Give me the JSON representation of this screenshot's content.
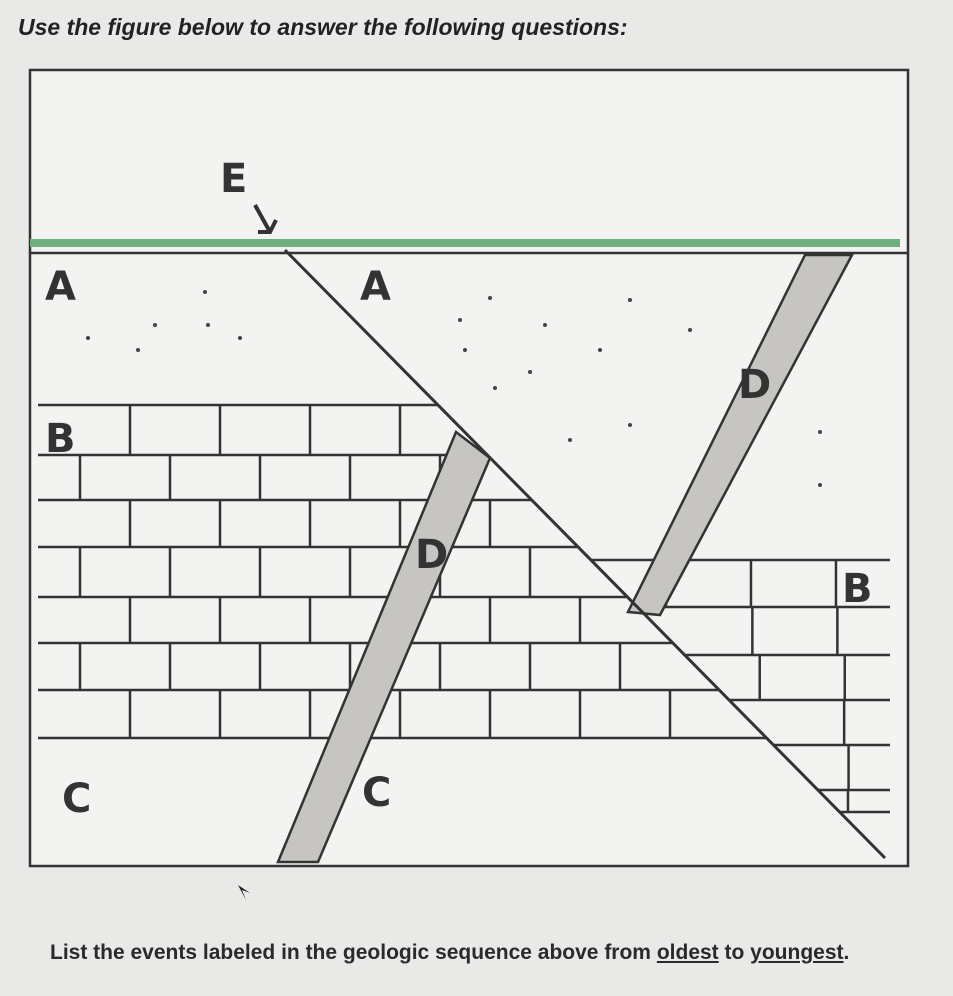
{
  "header": {
    "title": "Use the figure below to answer the following questions:"
  },
  "figure": {
    "labels": {
      "E": "E",
      "A1": "A",
      "A2": "A",
      "B1": "B",
      "B2": "B",
      "C1": "C",
      "C2": "C",
      "D1": "D",
      "D2": "D"
    },
    "colors": {
      "surface": "#6fae7e",
      "dike": "#c6c5c2",
      "background": "#f3f3f1",
      "lines": "#2e2e2e"
    }
  },
  "prompt": {
    "before": "List the events labeled in the geologic sequence above from ",
    "oldest": "oldest",
    "middle": " to ",
    "youngest": "youngest",
    "after": "."
  }
}
